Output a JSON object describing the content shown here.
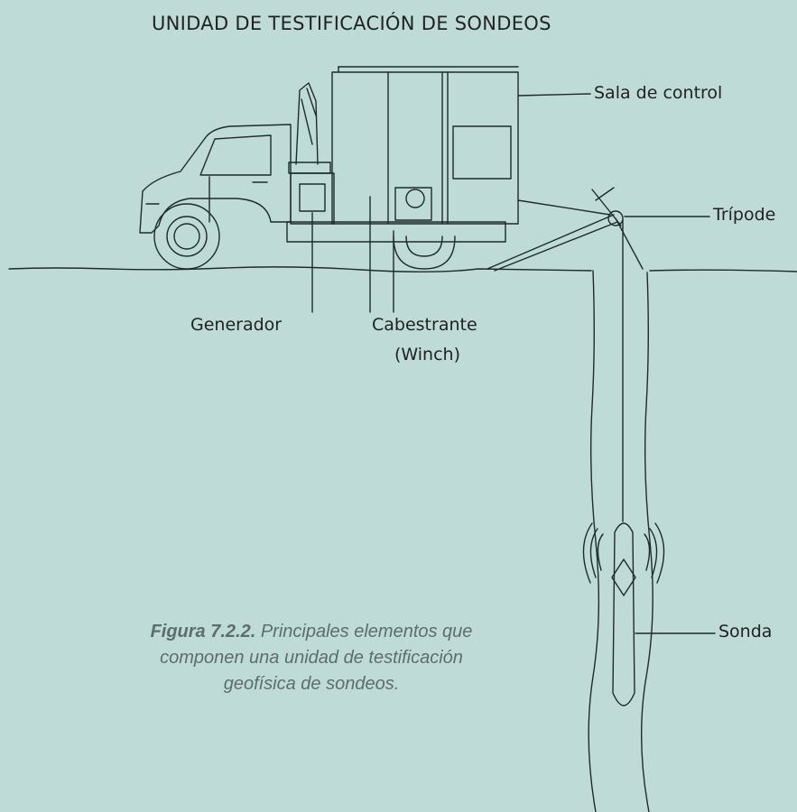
{
  "title": "UNIDAD DE TESTIFICACIÓN DE SONDEOS",
  "labels": {
    "control_room": "Sala de control",
    "tripod": "Trípode",
    "generator": "Generador",
    "winch_line1": "Cabestrante",
    "winch_line2": "(Winch)",
    "probe": "Sonda"
  },
  "caption": {
    "number": "Figura 7.2.2.",
    "text": "Principales elementos que componen una unidad de testificación geofísica de sondeos."
  },
  "colors": {
    "background": "#bfdbd8",
    "ink": "#1f2a2a",
    "caption_text": "#5d6c6c"
  }
}
